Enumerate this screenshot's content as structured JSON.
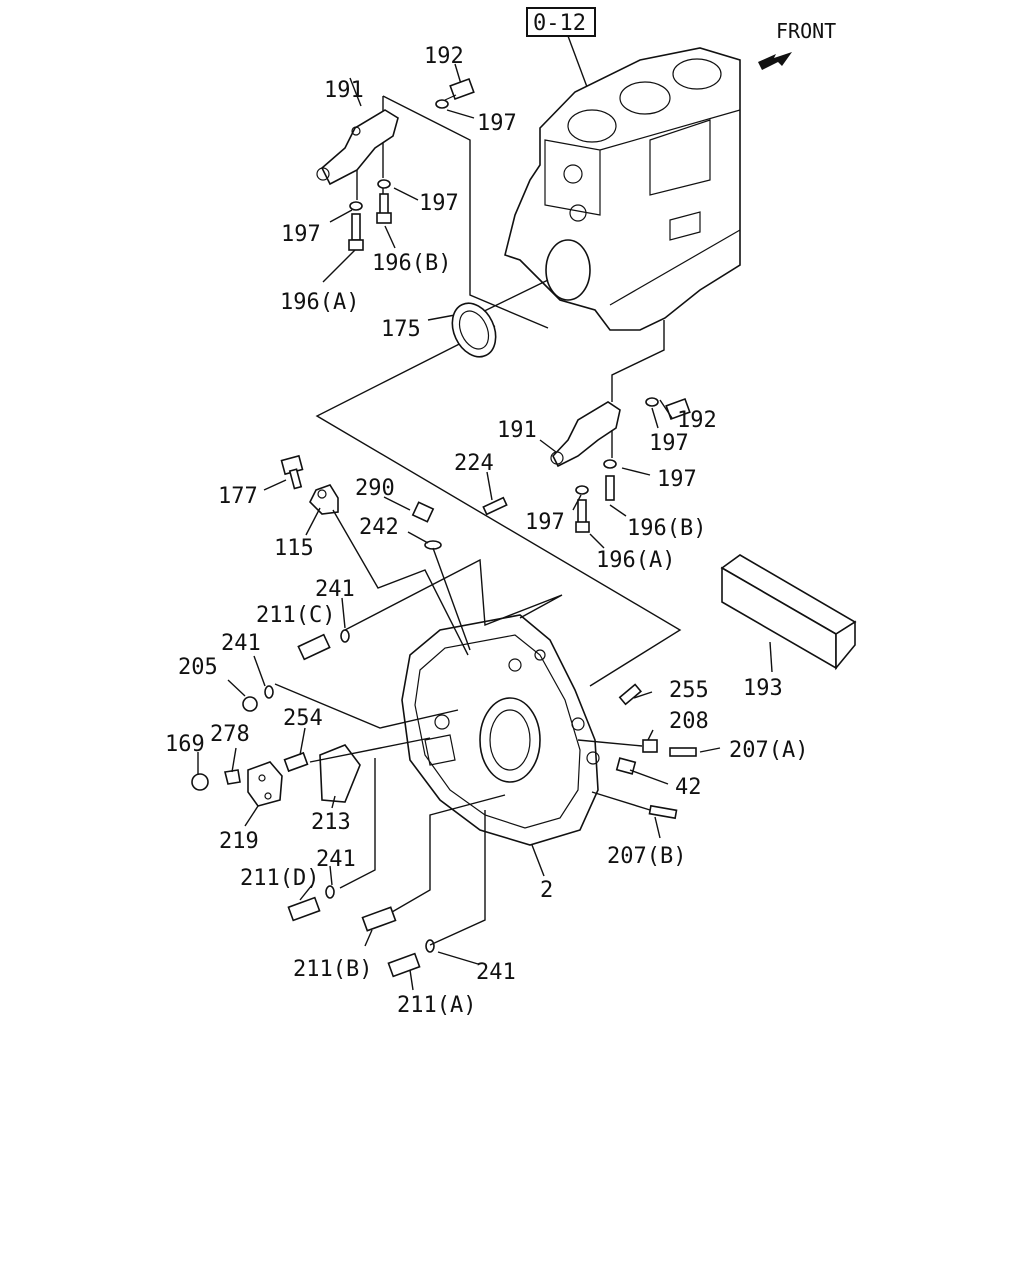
{
  "header": {
    "ref_box": "0-12",
    "front_label": "FRONT"
  },
  "callouts": {
    "c192a": "192",
    "c191a": "191",
    "c197a": "197",
    "c197b": "197",
    "c197c": "197",
    "c196ba": "196(B)",
    "c196aa": "196(A)",
    "c175": "175",
    "c191b": "191",
    "c192b": "192",
    "c197d": "197",
    "c197e": "197",
    "c197f": "197",
    "c196bb": "196(B)",
    "c196ab": "196(A)",
    "c177": "177",
    "c290": "290",
    "c224": "224",
    "c242": "242",
    "c115": "115",
    "c241a": "241",
    "c211c": "211(C)",
    "c241b": "241",
    "c205": "205",
    "c255": "255",
    "c193": "193",
    "c208": "208",
    "c207a": "207(A)",
    "c254": "254",
    "c278": "278",
    "c169": "169",
    "c42": "42",
    "c213": "213",
    "c219": "219",
    "c241c": "241",
    "c211d": "211(D)",
    "c207b": "207(B)",
    "c2": "2",
    "c211b": "211(B)",
    "c241d": "241",
    "c211a": "211(A)"
  }
}
